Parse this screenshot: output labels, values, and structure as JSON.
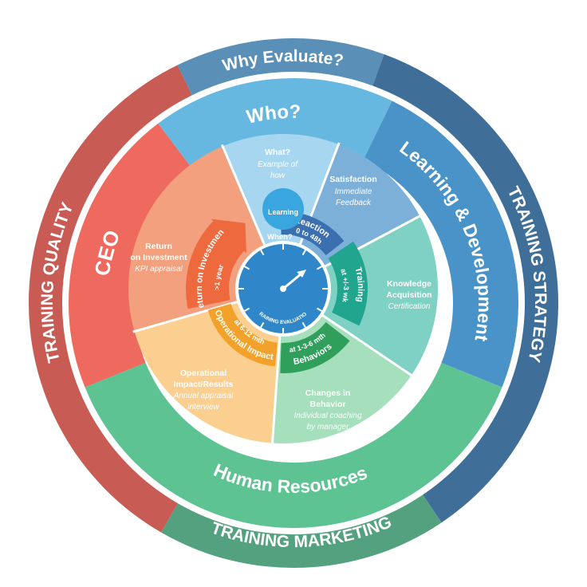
{
  "colors": {
    "training_quality": "#c85c55",
    "why_evaluate": "#5a8fb8",
    "training_strategy": "#3f6f99",
    "training_marketing": "#54a17f",
    "ceo": "#ee6a5f",
    "who": "#67b8e1",
    "learning_development": "#4a93c9",
    "human_resources": "#5ec393",
    "roi_segment": "#f3a07e",
    "what_segment": "#a7d7f0",
    "satisfaction_segment": "#7cb0d9",
    "knowledge_segment": "#7fd2c3",
    "behavior_segment": "#a5dfbb",
    "operational_segment": "#fbcf90",
    "roi_band": "#ee6a3e",
    "reaction_band": "#3b6fb0",
    "training_band": "#21a58f",
    "behaviors_band": "#2f9f5b",
    "operational_band": "#f2a12a",
    "center": "#2f86c9",
    "learning_bubble": "#3aa6e0"
  },
  "outer_ring": {
    "quality": "TRAINING QUALITY",
    "why": "Why Evaluate?",
    "strategy": "TRAINING STRATEGY",
    "marketing": "TRAINING MARKETING"
  },
  "middle_ring": {
    "ceo": "CEO",
    "who": "Who?",
    "learning_development": "Learning & Development",
    "human_resources": "Human Resources"
  },
  "segments": {
    "what": {
      "title": "What?",
      "sub1": "Example of",
      "sub2": "how"
    },
    "satisfaction": {
      "title": "Satisfaction",
      "sub1": "Immediate",
      "sub2": "Feedback"
    },
    "knowledge": {
      "title1": "Knowledge",
      "title2": "Acquisition",
      "sub1": "Certification"
    },
    "changes": {
      "title1": "Changes in",
      "title2": "Behavior",
      "sub1": "Individual coaching",
      "sub2": "by manager"
    },
    "operational": {
      "title1": "Operational",
      "title2": "Impact/Results",
      "sub1": "Annual appraisal",
      "sub2": "interview"
    },
    "roi": {
      "title1": "Return",
      "title2": "on Investment",
      "sub1": "KPI appraisal"
    }
  },
  "bands": {
    "roi": "Return on Investment",
    "roi_time": ">1 year",
    "reaction": "Reaction",
    "reaction_time": "0 to 48h",
    "training": "Training",
    "training_time": "at +/-3 wk",
    "behaviors": "Behaviors",
    "behaviors_time": "at 1-3-6 mth",
    "operational": "Operational Impact",
    "operational_time": "at 6-12 mth"
  },
  "center": {
    "label": "TRAINING EVALUATION",
    "learning": "Learning",
    "when": "When?"
  }
}
